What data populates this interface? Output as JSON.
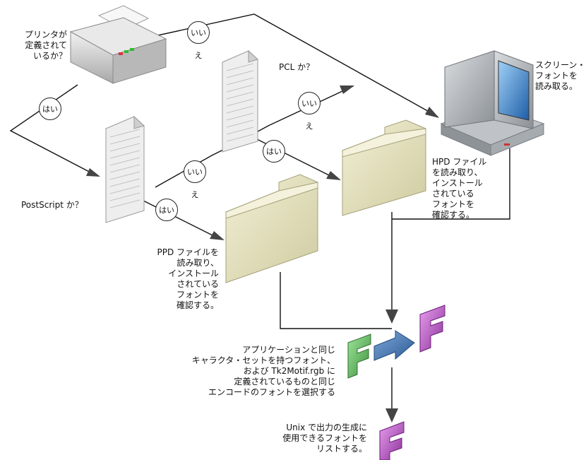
{
  "labels": {
    "printer_question": "プリンタが\n定義されて\nいるか？",
    "pcl_question": "PCL か？",
    "postscript_question": "PostScript か？",
    "screen_font": "スクリーン・\nフォントを\n読み取る。",
    "hpd_step": "HPD ファイル\nを読み取り、\nインストール\nされている\nフォントを\n確認する。",
    "ppd_step": "PPD ファイルを\n読み取り、\nインストール\nされている\nフォントを\n確認する。",
    "select_font": "アプリケーションと同じ\nキャラクタ・セットを持つフォント、\nおよび Tk2Motif.rgb に\n定義されているものと同じ\nエンコードのフォントを選択する",
    "list_fonts": "Unix で出力の生成に\n使用できるフォントを\nリストする。"
  },
  "badges": {
    "printer_no": "いいえ",
    "printer_yes": "はい",
    "pcl_no": "いいえ",
    "pcl_yes": "はい",
    "postscript_no": "いいえ",
    "postscript_yes": "はい"
  },
  "icons": {
    "printer": "printer-icon",
    "monitor": "computer-monitor-icon",
    "pcl_document": "document-icon",
    "postscript_document": "document-icon",
    "hpd_folder": "folder-icon",
    "ppd_folder": "folder-icon",
    "font_conversion": "font-letter-f-icon",
    "output_font": "font-letter-f-icon"
  },
  "colors": {
    "line": "#111111",
    "arrow": "#444444",
    "folder": "#e7e4c2",
    "document": "#eeeeee",
    "font_green": "#6fbf6a",
    "font_magenta": "#b84fc0",
    "conversion_arrow": "#3f6fa8",
    "screen": "#3f7fc0"
  }
}
